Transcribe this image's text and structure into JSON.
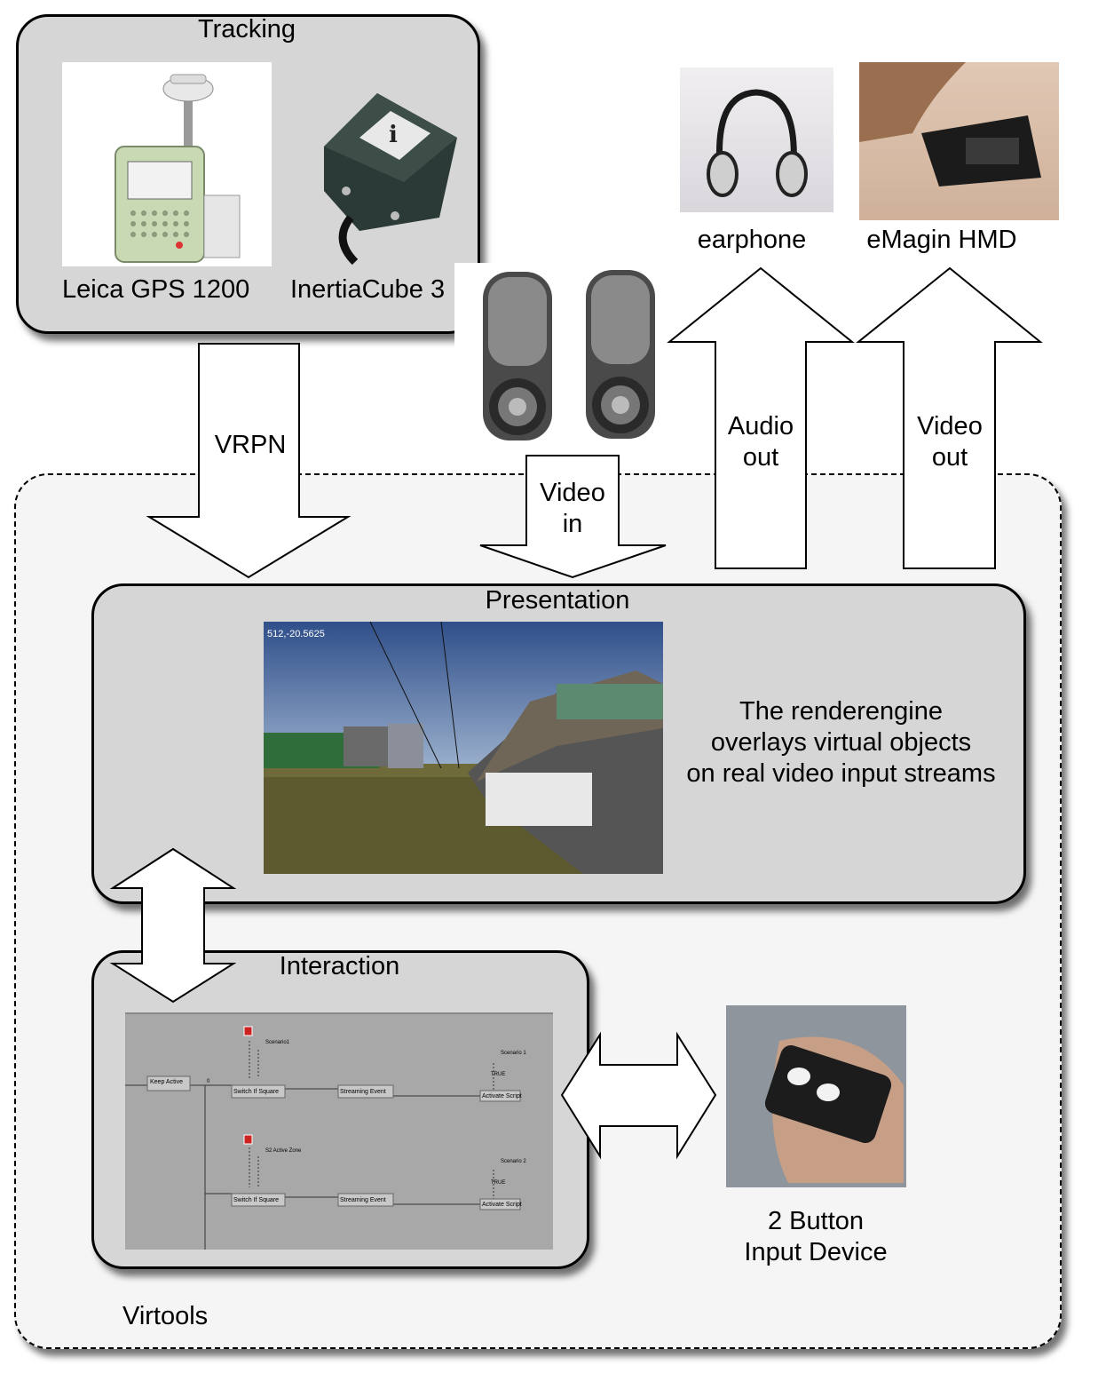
{
  "tracking": {
    "title": "Tracking",
    "gps_label": "Leica GPS 1200",
    "cube_label": "InertiaCube 3"
  },
  "outputs": {
    "earphone_label": "earphone",
    "hmd_label": "eMagin HMD"
  },
  "arrows": {
    "vrpn": "VRPN",
    "video_in_1": "Video",
    "video_in_2": "in",
    "audio_out_1": "Audio",
    "audio_out_2": "out",
    "video_out_1": "Video",
    "video_out_2": "out"
  },
  "presentation": {
    "title": "Presentation",
    "description_line_1": "The renderengine",
    "description_line_2": "overlays virtual objects",
    "description_line_3": "on real video input streams",
    "scene_readout": "512,-20.5625"
  },
  "interaction": {
    "title": "Interaction",
    "graph_labels": {
      "keep_active": "Keep Active",
      "switch_if_square_1": "Switch If Square",
      "switch_if_square_2": "Switch If Square",
      "streaming_event_1": "Streaming Event",
      "streaming_event_2": "Streaming Event",
      "activate_script_1": "Activate Script",
      "activate_script_2": "Activate Script",
      "scenario_1a": "Scenario1",
      "scenario_1b": "Scenario 1",
      "zone_2": "S2 Active Zone",
      "scenario_2": "Scenario 2",
      "true_1": "TRUE",
      "true_2": "TRUE",
      "zero": "0"
    }
  },
  "input_device": {
    "label_line_1": "2 Button",
    "label_line_2": "Input Device"
  },
  "virtools": {
    "label": "Virtools"
  }
}
